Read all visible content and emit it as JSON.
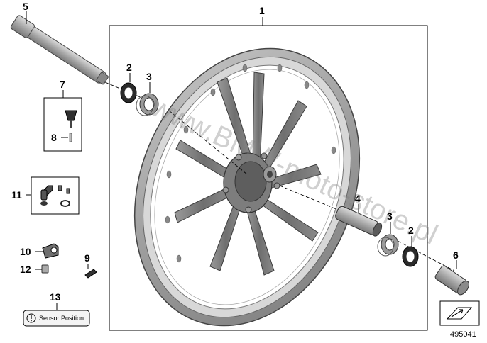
{
  "diagram": {
    "watermark": "www.BMW-moto-store.pl",
    "reference_number": "495041",
    "sensor_label": "Sensor Position",
    "labels": {
      "p1": "1",
      "p2a": "2",
      "p3a": "3",
      "p4": "4",
      "p3b": "3",
      "p2b": "2",
      "p5": "5",
      "p6": "6",
      "p7": "7",
      "p8": "8",
      "p9": "9",
      "p10": "10",
      "p11": "11",
      "p12": "12",
      "p13": "13"
    }
  }
}
